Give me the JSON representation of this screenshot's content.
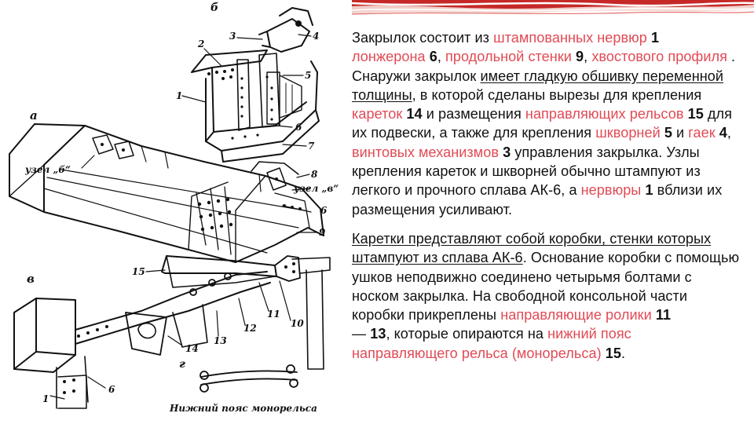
{
  "colors": {
    "text": "#111111",
    "highlight": "#e14a55",
    "band_red": "#c62828",
    "band_light": "#f3d7d2",
    "band_white": "#ffffff"
  },
  "figure": {
    "panel_labels": {
      "a": "а",
      "b": "б",
      "v": "в",
      "g": "г"
    },
    "uzel_b": "узел „б“",
    "uzel_v": "узел „в“",
    "caption": "Нижний пояс монорельса",
    "callouts": {
      "n1_top": "1",
      "n2": "2",
      "n3": "3",
      "n4": "4",
      "n5": "5",
      "n6_top": "6",
      "n7": "7",
      "n8": "8",
      "n9": "9",
      "n6_mid": "6",
      "n15": "15",
      "n14": "14",
      "n13": "13",
      "n12": "12",
      "n11": "11",
      "n10": "10",
      "n1_bottom": "1",
      "n6_bottom": "6"
    }
  },
  "paragraph1": {
    "s1": "Закрылок состоит из ",
    "s2": "штампованных нервюр",
    "s3": " ",
    "s4": "1",
    "s5": "лонжерона",
    "s6": " ",
    "s7": "6",
    "s8": ", ",
    "s9": "продольной стенки",
    "s10": " ",
    "s11": "9",
    "s12": ", ",
    "s13": "хвостового профиля",
    "s14": " . Снаружи закрылок ",
    "s15": "имеет гладкую обшивку переменной толщины",
    "s16": ", в которой сделаны вырезы для крепления ",
    "s17": "кареток",
    "s18": " ",
    "s19": "14",
    "s20": " и размещения ",
    "s21": "направляющих рельсов",
    "s22": " ",
    "s23": "15",
    "s24": " для их подвески, а также для крепления ",
    "s25": "шкворней",
    "s26": " ",
    "s27": "5",
    "s28": " и ",
    "s29": "гаек",
    "s30": " ",
    "s31": "4",
    "s32": ", ",
    "s33": "винтовых механизмов",
    "s34": " ",
    "s35": "3",
    "s36": " управления закрылка. Узлы крепления кареток и шкворней обычно штампуют из легкого и прочного сплава АК-6, а ",
    "s37": "нервюры",
    "s38": " ",
    "s39": "1",
    "s40": " вблизи их размещения усиливают."
  },
  "paragraph2": {
    "s1": "Каретки представляют собой коробки, стенки которых штампуют из сплава АК-6",
    "s2": ". Основание коробки с помощью ушков неподвижно соединено четырьмя болтами с носком закрылка. На свободной консольной части коробки прикреплены ",
    "s3": "направляющие ролики",
    "s4": " ",
    "s5": "11",
    "s6": " — ",
    "s7": "13",
    "s8": ", которые опираются на ",
    "s9": "нижний пояс направляющего рельса (монорельса)",
    "s10": " ",
    "s11": "15",
    "s12": "."
  }
}
